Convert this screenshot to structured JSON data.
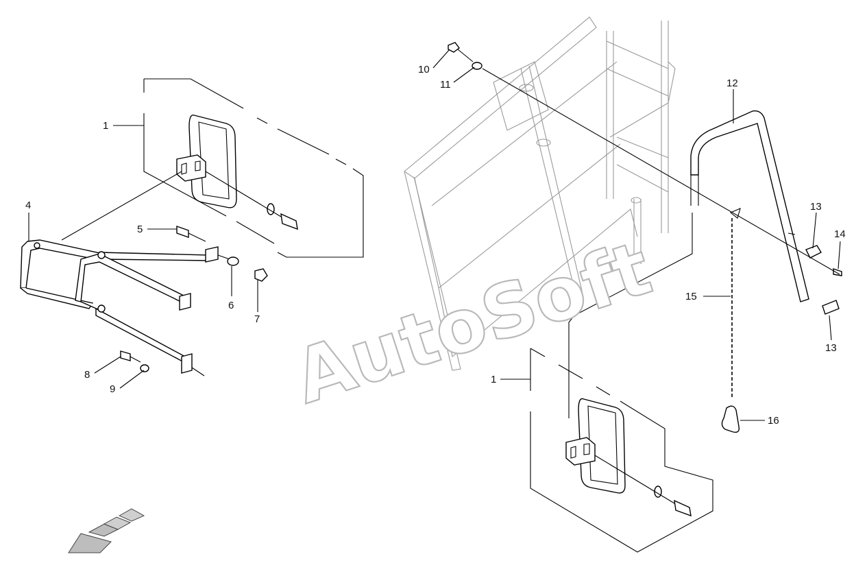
{
  "watermark": "AutoSoft",
  "callouts": [
    {
      "id": "c1a",
      "text": "1"
    },
    {
      "id": "c1b",
      "text": "1"
    },
    {
      "id": "c4",
      "text": "4"
    },
    {
      "id": "c5",
      "text": "5"
    },
    {
      "id": "c6",
      "text": "6"
    },
    {
      "id": "c7",
      "text": "7"
    },
    {
      "id": "c8",
      "text": "8"
    },
    {
      "id": "c9",
      "text": "9"
    },
    {
      "id": "c10",
      "text": "10"
    },
    {
      "id": "c11",
      "text": "11"
    },
    {
      "id": "c12",
      "text": "12"
    },
    {
      "id": "c13a",
      "text": "13"
    },
    {
      "id": "c13b",
      "text": "13"
    },
    {
      "id": "c14",
      "text": "14"
    },
    {
      "id": "c15",
      "text": "15"
    },
    {
      "id": "c16",
      "text": "16"
    }
  ],
  "orientation_arrow_icon": "direction-arrow-icon"
}
